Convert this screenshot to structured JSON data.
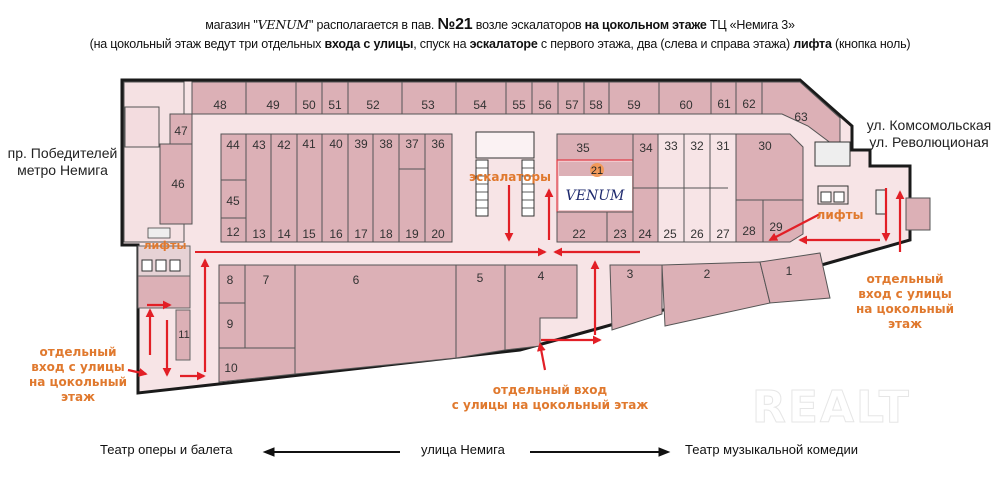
{
  "header": {
    "line1": {
      "pre": "магазин \"",
      "brand": "VENUM",
      "mid": "\"  располагается в пав. ",
      "pav": "№21",
      "post1": " возле эскалаторов ",
      "bold1": "на цокольном этаже",
      "post2": " ТЦ «Немига 3»"
    },
    "line2": {
      "t1": "(на цокольный этаж ведут три отдельных ",
      "b1": "входа с улицы",
      "t2": ", спуск на ",
      "b2": "эскалаторе",
      "t3": " с первого этажа, два (слева и справа этажа) ",
      "b3": "лифта",
      "t4": " (кнопка ноль)"
    }
  },
  "map": {
    "colors": {
      "shop_fill": "#dcb0b6",
      "corridor_fill": "#f7e4e6",
      "wall": "#1a1a1a",
      "arrow": "#e21f26",
      "annotation": "#e0792e",
      "venum_bg": "#ffffff"
    },
    "highlight": {
      "pavilion": "21",
      "brand": "VENUM"
    },
    "pavilions_top_row": [
      "48",
      "49",
      "50",
      "51",
      "52",
      "53",
      "54",
      "55",
      "56",
      "57",
      "58",
      "59",
      "60",
      "61",
      "62",
      "63"
    ],
    "pavilions_left_block": [
      "47",
      "46",
      "44",
      "45",
      "43",
      "42",
      "41",
      "40",
      "39",
      "38",
      "37",
      "36",
      "12",
      "13",
      "14",
      "15",
      "16",
      "17",
      "18",
      "19",
      "20"
    ],
    "pavilions_right_block": [
      "35",
      "34",
      "33",
      "32",
      "31",
      "30",
      "22",
      "23",
      "24",
      "25",
      "26",
      "27",
      "28",
      "29"
    ],
    "pavilions_bottom_row": [
      "8",
      "7",
      "6",
      "9",
      "10",
      "11",
      "5",
      "4",
      "3",
      "2",
      "1"
    ],
    "labels": {
      "left_street": [
        "пр. Победителей",
        "метро Немига"
      ],
      "right_street": [
        "ул. Комсомольская",
        "ул. Революционая"
      ],
      "escalators": "эскалаторы",
      "lifts_left": "лифты",
      "lifts_right": "лифты",
      "entrance_left": [
        "отдельный",
        "вход с улицы",
        "на цокольный",
        "этаж"
      ],
      "entrance_right": [
        "отдельный",
        "вход с улицы",
        "на цокольный",
        "этаж"
      ],
      "entrance_bottom": [
        "отдельный вход",
        "с улицы на цокольный этаж"
      ]
    }
  },
  "footer": {
    "left": "Театр оперы и балета",
    "center": "улица Немига",
    "right": "Театр музыкальной комедии"
  },
  "watermark": "REALT"
}
